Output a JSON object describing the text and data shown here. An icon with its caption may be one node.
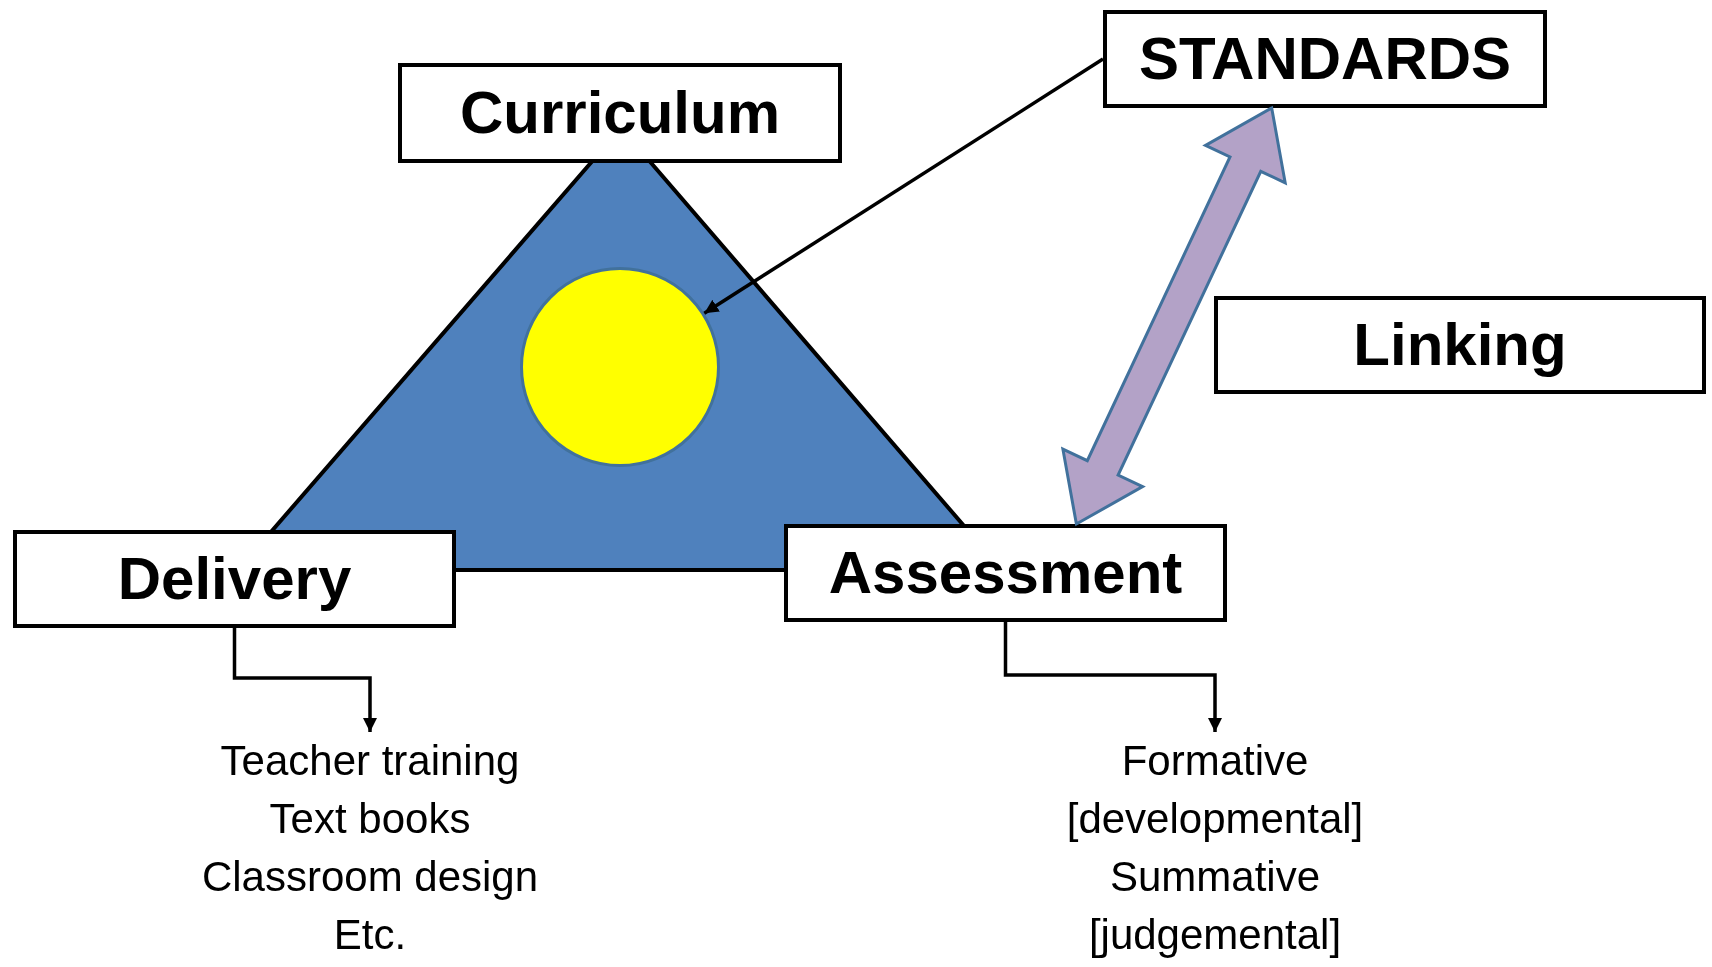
{
  "diagram": {
    "nodes": [
      {
        "text": [
          "Curriculum"
        ]
      },
      {
        "text": [
          "STANDARDS"
        ]
      },
      {
        "text": [],
        "shape": "circle"
      },
      {
        "text": [
          "Linking"
        ]
      },
      {
        "text": [
          "Delivery"
        ]
      },
      {
        "text": [
          "Assessment"
        ]
      },
      {
        "text": [
          "Teacher training",
          "Text books",
          "Classroom design",
          "Etc."
        ]
      },
      {
        "text": [
          "Formative",
          "[developmental]",
          "Summative",
          "[judgemental]"
        ]
      }
    ],
    "edges": [
      {
        "from": 1,
        "to": 2,
        "arrow": "to"
      },
      {
        "from": 1,
        "to": 5,
        "arrow": "both",
        "style": "thick",
        "color": "#b3a2c7"
      },
      {
        "from": 4,
        "to": 6,
        "arrow": "to"
      },
      {
        "from": 5,
        "to": 7,
        "arrow": "to"
      }
    ]
  }
}
